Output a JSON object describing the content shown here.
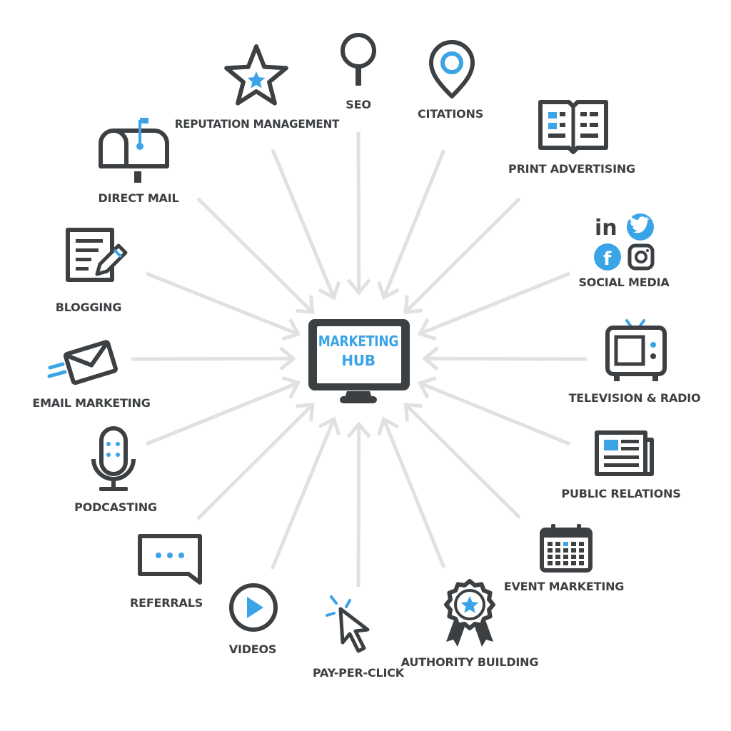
{
  "colors": {
    "dark": "#3d4043",
    "accent": "#3aa4e6",
    "arrow": "#e1e1e1",
    "background": "#ffffff"
  },
  "hub": {
    "line1": "MARKETING",
    "line2": "HUB",
    "icon": "monitor-icon"
  },
  "nodes": [
    {
      "key": "seo",
      "label": "SEO",
      "icon": "magnifier-icon"
    },
    {
      "key": "citations",
      "label": "CITATIONS",
      "icon": "map-pin-icon"
    },
    {
      "key": "print",
      "label": "PRINT ADVERTISING",
      "icon": "open-book-icon"
    },
    {
      "key": "social",
      "label": "SOCIAL MEDIA",
      "icon": "social-logos-icon"
    },
    {
      "key": "tv",
      "label": "TELEVISION & RADIO",
      "icon": "tv-icon"
    },
    {
      "key": "pr",
      "label": "PUBLIC RELATIONS",
      "icon": "newspaper-icon"
    },
    {
      "key": "event",
      "label": "EVENT MARKETING",
      "icon": "calendar-icon"
    },
    {
      "key": "authority",
      "label": "AUTHORITY BUILDING",
      "icon": "award-ribbon-icon"
    },
    {
      "key": "ppc",
      "label": "PAY-PER-CLICK",
      "icon": "cursor-click-icon"
    },
    {
      "key": "videos",
      "label": "VIDEOS",
      "icon": "play-button-icon"
    },
    {
      "key": "referrals",
      "label": "REFERRALS",
      "icon": "chat-bubble-icon"
    },
    {
      "key": "podcasting",
      "label": "PODCASTING",
      "icon": "microphone-icon"
    },
    {
      "key": "email",
      "label": "EMAIL MARKETING",
      "icon": "envelope-icon"
    },
    {
      "key": "blogging",
      "label": "BLOGGING",
      "icon": "document-pencil-icon"
    },
    {
      "key": "directmail",
      "label": "DIRECT MAIL",
      "icon": "mailbox-icon"
    },
    {
      "key": "reputation",
      "label": "REPUTATION MANAGEMENT",
      "icon": "star-icon"
    }
  ],
  "social_logos": {
    "linkedin": "in",
    "facebook": "f"
  }
}
